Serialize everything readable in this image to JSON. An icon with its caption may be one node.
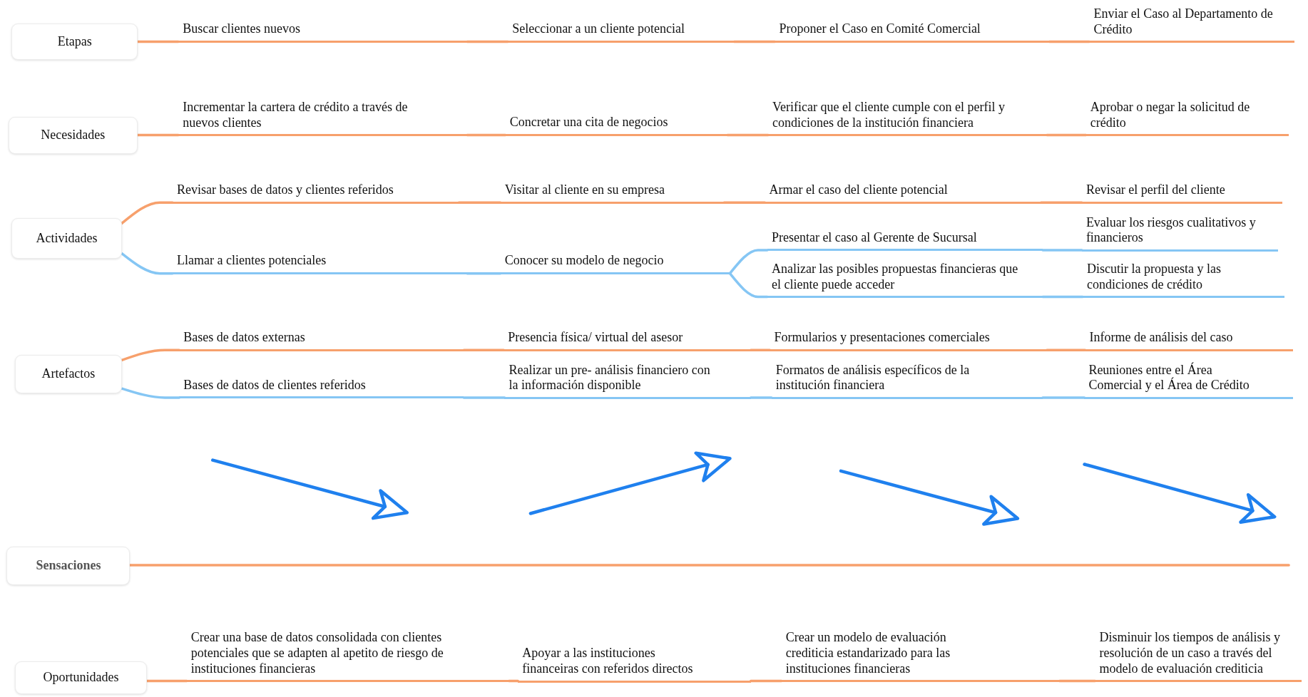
{
  "diagram": {
    "nodes": [
      {
        "text": [
          "Etapas"
        ]
      },
      {
        "text": [
          "Buscar clientes nuevos"
        ]
      },
      {
        "text": [
          "Seleccionar a un cliente potencial"
        ]
      },
      {
        "text": [
          "Proponer el Caso en Comité Comercial"
        ]
      },
      {
        "text": [
          "Enviar el Caso al Departamento de Crédito"
        ]
      },
      {
        "text": [
          "Necesidades"
        ]
      },
      {
        "text": [
          "Incrementar la cartera de crédito a través de nuevos clientes"
        ]
      },
      {
        "text": [
          "Concretar una cita de negocios"
        ]
      },
      {
        "text": [
          "Verificar que el cliente cumple con el perfil y condiciones de la institución financiera"
        ]
      },
      {
        "text": [
          "Aprobar o negar la solicitud de crédito"
        ]
      },
      {
        "text": [
          "Actividades"
        ]
      },
      {
        "text": [
          "Revisar bases de datos y clientes referidos"
        ]
      },
      {
        "text": [
          "Visitar al cliente en su empresa"
        ]
      },
      {
        "text": [
          "Armar el caso del cliente potencial"
        ]
      },
      {
        "text": [
          "Revisar el perfil del cliente"
        ]
      },
      {
        "text": [
          "Presentar el caso al Gerente de Sucursal"
        ]
      },
      {
        "text": [
          "Evaluar los riesgos cualitativos y financieros"
        ]
      },
      {
        "text": [
          "Llamar a clientes potenciales"
        ]
      },
      {
        "text": [
          "Conocer su modelo de negocio"
        ]
      },
      {
        "text": [
          "Analizar las posibles propuestas financieras que el cliente puede acceder"
        ]
      },
      {
        "text": [
          "Discutir la propuesta y las condiciones de crédito"
        ]
      },
      {
        "text": [
          "Artefactos"
        ]
      },
      {
        "text": [
          "Bases de datos externas"
        ]
      },
      {
        "text": [
          "Presencia física/ virtual del asesor"
        ]
      },
      {
        "text": [
          "Formularios y presentaciones comerciales"
        ]
      },
      {
        "text": [
          "Informe de análisis del caso"
        ]
      },
      {
        "text": [
          "Bases de datos de clientes referidos"
        ]
      },
      {
        "text": [
          "Realizar un pre- análisis financiero con la información disponible"
        ]
      },
      {
        "text": [
          "Formatos de análisis específicos de la institución financiera"
        ]
      },
      {
        "text": [
          "Reuniones entre el Área Comercial y el Área de Crédito"
        ]
      },
      {
        "text": [
          "Sensaciones"
        ]
      },
      {
        "text": [
          "Oportunidades"
        ]
      },
      {
        "text": [
          "Crear una base de datos consolidada con clientes potenciales que se adapten al apetito de riesgo de instituciones financieras"
        ]
      },
      {
        "text": [
          "Apoyar a las instituciones financeiras con referidos directos"
        ]
      },
      {
        "text": [
          "Crear un modelo de evaluación crediticia estandarizado para las instituciones financieras"
        ]
      },
      {
        "text": [
          "Disminuir los tiempos de análisis y resolución de un caso a través del modelo de evaluación crediticia"
        ]
      }
    ],
    "edges": [
      {
        "from": 0,
        "to": 1,
        "arrow": "none"
      },
      {
        "from": 1,
        "to": 2,
        "arrow": "none"
      },
      {
        "from": 2,
        "to": 3,
        "arrow": "none"
      },
      {
        "from": 3,
        "to": 4,
        "arrow": "none"
      },
      {
        "from": 5,
        "to": 6,
        "arrow": "none"
      },
      {
        "from": 6,
        "to": 7,
        "arrow": "none"
      },
      {
        "from": 7,
        "to": 8,
        "arrow": "none"
      },
      {
        "from": 8,
        "to": 9,
        "arrow": "none"
      },
      {
        "from": 10,
        "to": 11,
        "arrow": "none"
      },
      {
        "from": 11,
        "to": 12,
        "arrow": "none"
      },
      {
        "from": 12,
        "to": 13,
        "arrow": "none"
      },
      {
        "from": 13,
        "to": 14,
        "arrow": "none"
      },
      {
        "from": 10,
        "to": 17,
        "arrow": "none",
        "color": "#85c6f4"
      },
      {
        "from": 17,
        "to": 18,
        "arrow": "none",
        "color": "#85c6f4"
      },
      {
        "from": 18,
        "to": 15,
        "arrow": "none",
        "color": "#85c6f4"
      },
      {
        "from": 15,
        "to": 16,
        "arrow": "none",
        "color": "#85c6f4"
      },
      {
        "from": 18,
        "to": 19,
        "arrow": "none",
        "color": "#85c6f4"
      },
      {
        "from": 19,
        "to": 20,
        "arrow": "none",
        "color": "#85c6f4"
      },
      {
        "from": 21,
        "to": 22,
        "arrow": "none"
      },
      {
        "from": 22,
        "to": 23,
        "arrow": "none"
      },
      {
        "from": 23,
        "to": 24,
        "arrow": "none"
      },
      {
        "from": 24,
        "to": 25,
        "arrow": "none"
      },
      {
        "from": 21,
        "to": 26,
        "arrow": "none",
        "color": "#85c6f4"
      },
      {
        "from": 26,
        "to": 27,
        "arrow": "none",
        "color": "#85c6f4"
      },
      {
        "from": 27,
        "to": 28,
        "arrow": "none",
        "color": "#85c6f4"
      },
      {
        "from": 28,
        "to": 29,
        "arrow": "none",
        "color": "#85c6f4"
      },
      {
        "from": 30,
        "to": null,
        "arrow": "none"
      },
      {
        "from": 31,
        "to": 32,
        "arrow": "none"
      },
      {
        "from": 32,
        "to": 33,
        "arrow": "none"
      },
      {
        "from": 33,
        "to": 34,
        "arrow": "none"
      },
      {
        "from": 34,
        "to": 35,
        "arrow": "none"
      }
    ]
  }
}
